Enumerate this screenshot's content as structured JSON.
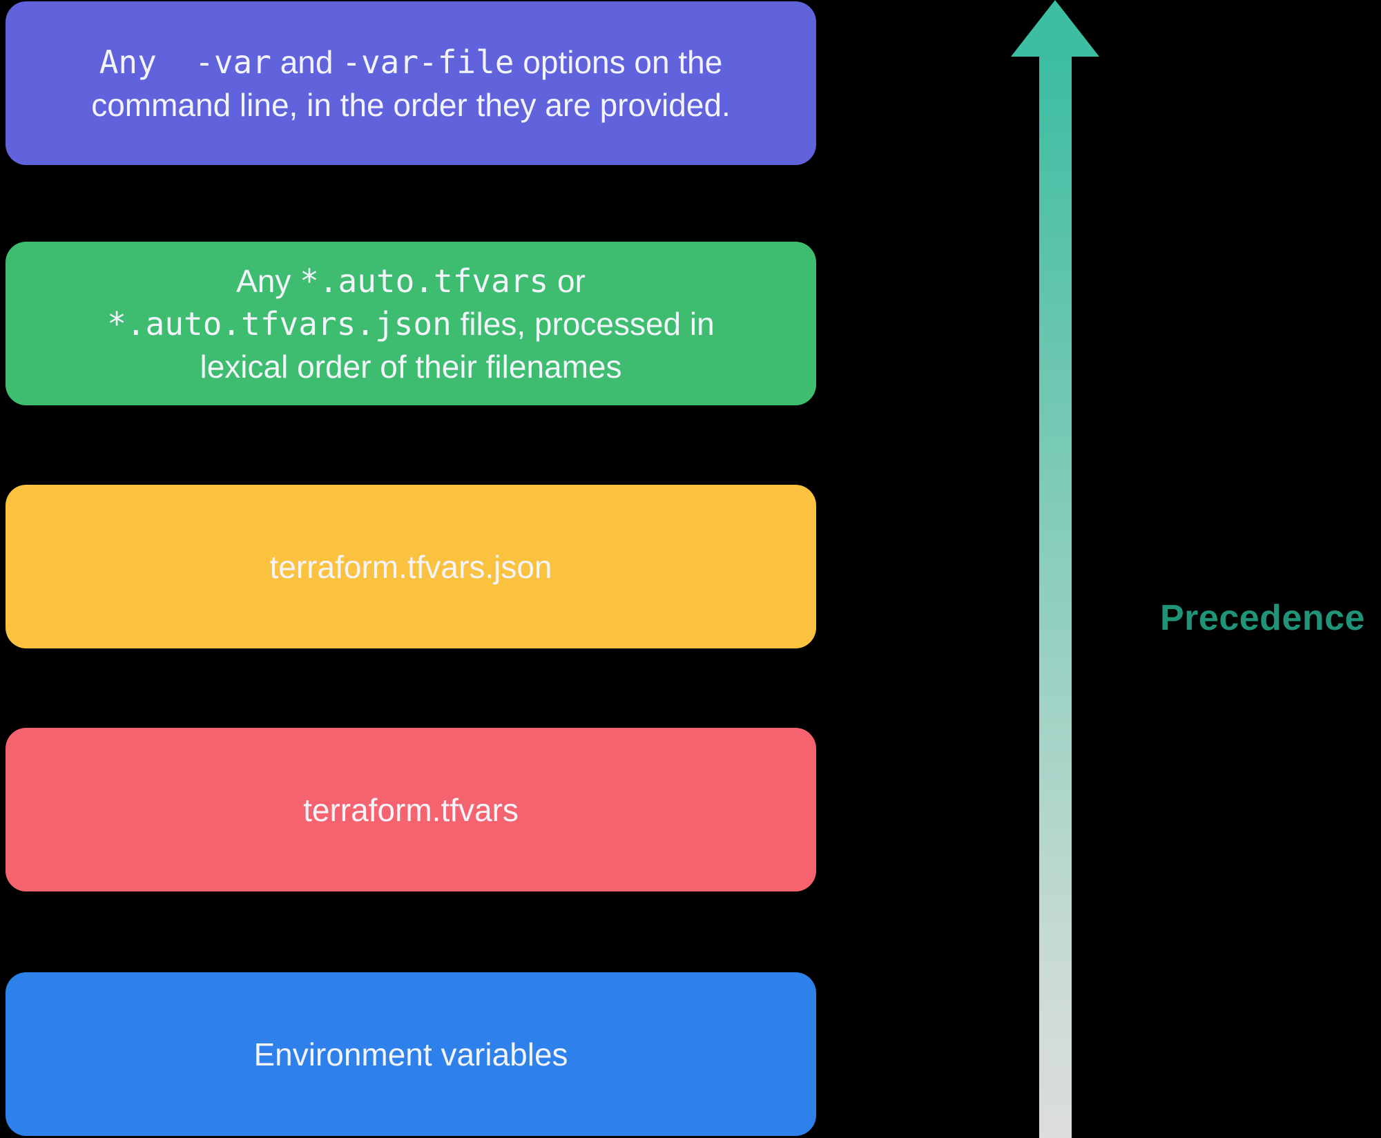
{
  "canvas": {
    "bg": "#000000"
  },
  "boxes": [
    {
      "name": "cli-var-options",
      "bg": "#6163DC",
      "lines": [
        [
          {
            "text": "Any  -var",
            "code": true
          },
          {
            "text": " and "
          },
          {
            "text": "-var-file",
            "code": true
          },
          {
            "text": " options on the"
          }
        ],
        [
          {
            "text": "command line, in the order they are provided."
          }
        ]
      ]
    },
    {
      "name": "auto-tfvars-files",
      "bg": "#3EBD71",
      "lines": [
        [
          {
            "text": "Any "
          },
          {
            "text": "*.auto.tfvars",
            "code": true
          },
          {
            "text": " or"
          }
        ],
        [
          {
            "text": "*.auto.tfvars.json",
            "code": true
          },
          {
            "text": " files, processed in"
          }
        ],
        [
          {
            "text": "lexical order of their filenames"
          }
        ]
      ]
    },
    {
      "name": "terraform-tfvars-json",
      "bg": "#FBC23F",
      "lines": [
        [
          {
            "text": "terraform.tfvars.json"
          }
        ]
      ]
    },
    {
      "name": "terraform-tfvars",
      "bg": "#F5646E",
      "lines": [
        [
          {
            "text": "terraform.tfvars"
          }
        ]
      ]
    },
    {
      "name": "environment-variables",
      "bg": "#2E80EA",
      "lines": [
        [
          {
            "text": "Environment variables"
          }
        ]
      ]
    }
  ],
  "arrow": {
    "label": "Precedence",
    "label_color": "#1F9478",
    "head_color": "#3DBEA3",
    "gradient": [
      "#3CBDA2 0%",
      "#6EC7B1 30%",
      "#A0D3C5 60%",
      "#CBDBD6 85%",
      "#DCDDDD 100%"
    ]
  }
}
